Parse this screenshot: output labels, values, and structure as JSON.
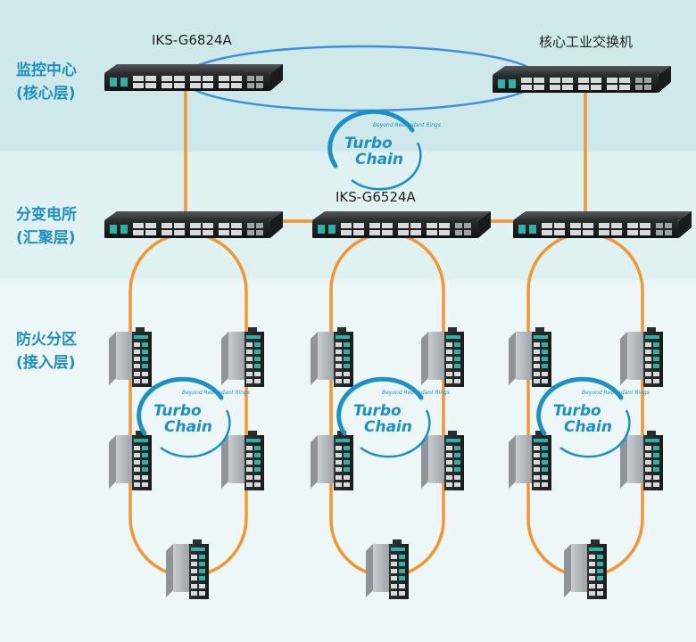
{
  "layers": {
    "core": {
      "line1": "监控中心",
      "line2": "(核心层)"
    },
    "distribution": {
      "line1": "分变电所",
      "line2": "(汇聚层)"
    },
    "access": {
      "line1": "防火分区",
      "line2": "(接入层)"
    }
  },
  "devices": {
    "core_left_label": "IKS-G6824A",
    "core_right_label": "核心工业交换机",
    "distribution_label": "IKS-G6524A"
  },
  "turbochain_logo": {
    "word1": "Turbo",
    "word2": "Chain",
    "tagline": "Beyond Redundant Rings"
  },
  "colors": {
    "ring_orange": "#f39530",
    "ring_blue": "#3f8fd8",
    "brand_blue": "#1d8fc4"
  }
}
